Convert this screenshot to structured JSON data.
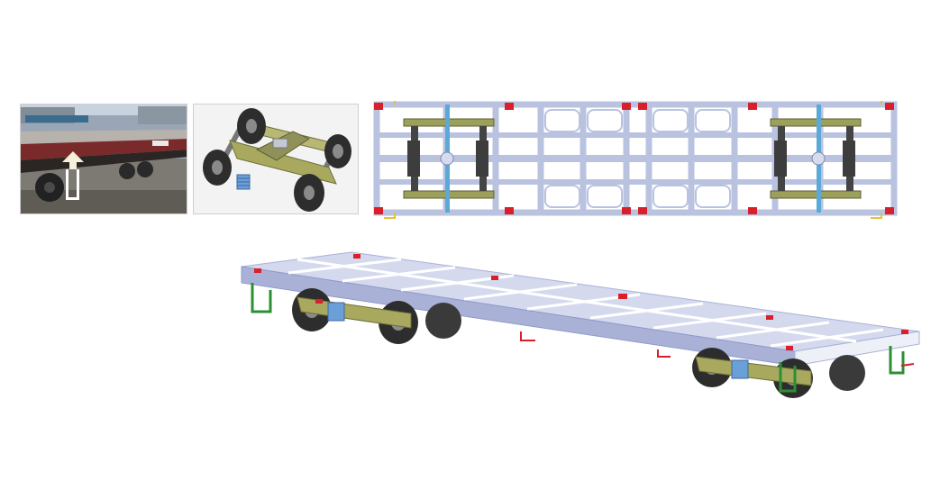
{
  "figure": {
    "panels": [
      {
        "id": "photo",
        "content": "railcar-photo"
      },
      {
        "id": "bogie",
        "content": "bogie-3d-model"
      },
      {
        "id": "plan",
        "content": "underframe-plan-view"
      },
      {
        "id": "iso",
        "content": "flatcar-3d-model"
      }
    ],
    "photo_car_marking": "",
    "colors": {
      "frame_blue": "#b9c3e0",
      "frame_blue_dark": "#8e9acb",
      "deck_top": "#d4d9ee",
      "deck_side": "#a9b2d6",
      "bogie_olive": "#9da05a",
      "spring_blue": "#6a9fd8",
      "wheel_dark": "#2d2d2d",
      "marker_red": "#d81f2a",
      "handle_green": "#2c8f34",
      "car_body_red": "#7a2a2a"
    }
  }
}
